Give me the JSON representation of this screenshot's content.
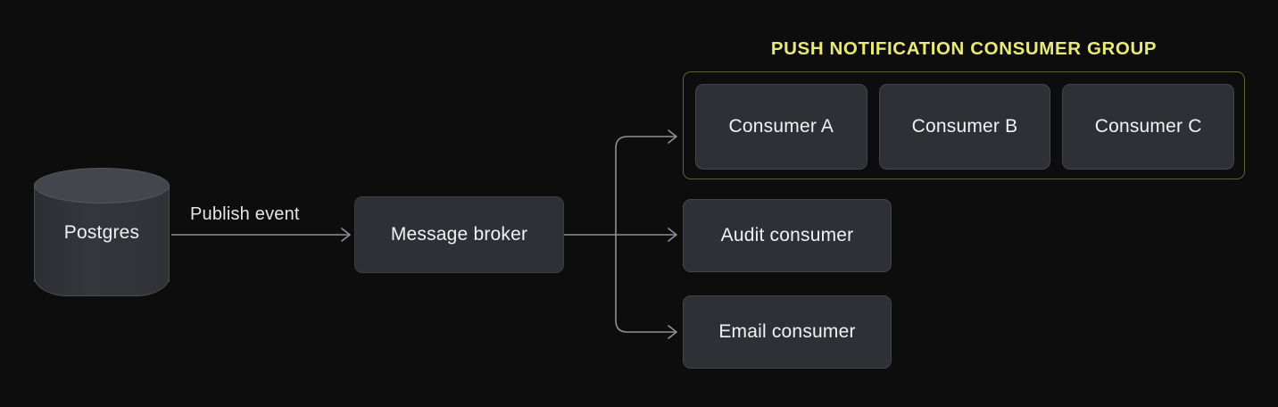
{
  "diagram": {
    "background_color": "#0d0d0d",
    "source": {
      "label": "Postgres",
      "shape": "cylinder-database"
    },
    "edges": {
      "publish_label": "Publish event"
    },
    "broker": {
      "label": "Message broker"
    },
    "consumer_group": {
      "title": "PUSH NOTIFICATION CONSUMER GROUP",
      "title_color": "#e9e97a",
      "border_color": "#5d6331",
      "members": [
        {
          "label": "Consumer A"
        },
        {
          "label": "Consumer B"
        },
        {
          "label": "Consumer C"
        }
      ]
    },
    "standalone_consumers": [
      {
        "label": "Audit consumer"
      },
      {
        "label": "Email consumer"
      }
    ]
  }
}
